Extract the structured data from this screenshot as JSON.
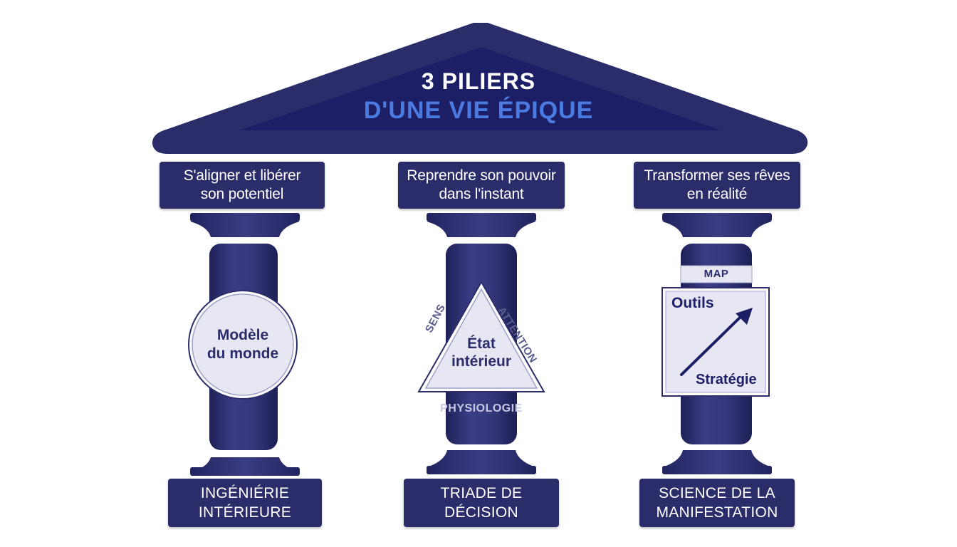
{
  "title": {
    "line1": "3 PILIERS",
    "line2": "D'UNE VIE ÉPIQUE"
  },
  "pillars": [
    {
      "top_line1": "S'aligner et libérer",
      "top_line2": "son potentiel",
      "emblem_line1": "Modèle",
      "emblem_line2": "du monde",
      "base_line1": "INGÉNIÉRIE",
      "base_line2": "INTÉRIEURE"
    },
    {
      "top_line1": "Reprendre son pouvoir",
      "top_line2": "dans l'instant",
      "emblem_line1": "État",
      "emblem_line2": "intérieur",
      "side_left": "SENS",
      "side_right": "ATTENTION",
      "bottom": "PHYSIOLOGIE",
      "base_line1": "TRIADE DE",
      "base_line2": "DÉCISION"
    },
    {
      "top_line1": "Transformer ses rêves",
      "top_line2": "en réalité",
      "map_label": "MAP",
      "tools_label": "Outils",
      "strategy_label": "Stratégie",
      "base_line1": "SCIENCE DE LA",
      "base_line2": "MANIFESTATION"
    }
  ],
  "colors": {
    "navy": "#2b2d6b",
    "roof_inner": "#1c1f66",
    "title_accent": "#4b7be0",
    "emblem_fill": "#e6e7f2"
  }
}
